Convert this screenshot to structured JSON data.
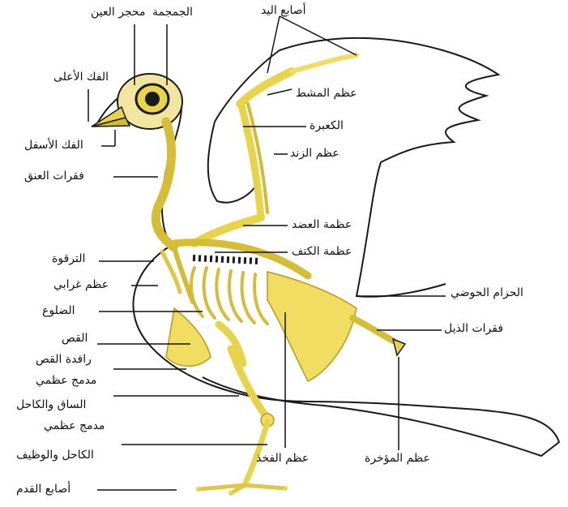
{
  "colors": {
    "outline": "#1a1a1a",
    "bone": "#e8d44a",
    "bone_light": "#f6e98a",
    "bone_dark": "#b89a1c",
    "leader": "#111111"
  },
  "labels": {
    "skull": "الجمجمة",
    "eye_socket": "محجر العين",
    "finger_bones": "أصابع اليد",
    "upper_jaw": "الفك الأعلى",
    "metacarpal": "عظم المشط",
    "wrist": "الكعبرة",
    "lower_jaw": "الفك الأسفل",
    "ulna": "عظم الزند",
    "neck_vertebrae": "فقرات العنق",
    "humerus": "عظمة العضد",
    "scapula": "عظمة الكتف",
    "furcula": "الترقوة",
    "coracoid": "عظم غرابي",
    "pelvic_girdle": "الحزام الحوضي",
    "ribs": "الضلوع",
    "tail_vertebrae": "فقرات الذيل",
    "sternum": "القص",
    "keel": "رافدة القص",
    "fused_bone_1": "مدمج عظمي",
    "tibiotarsus": "الساق والكاحل",
    "fused_bone_2": "مدمج عظمي",
    "tarsometatarsus": "الكاحل والوظيف",
    "femur": "عظم الفخذ",
    "pygostyle": "عظم المؤخرة",
    "toes": "أصابع القدم"
  }
}
